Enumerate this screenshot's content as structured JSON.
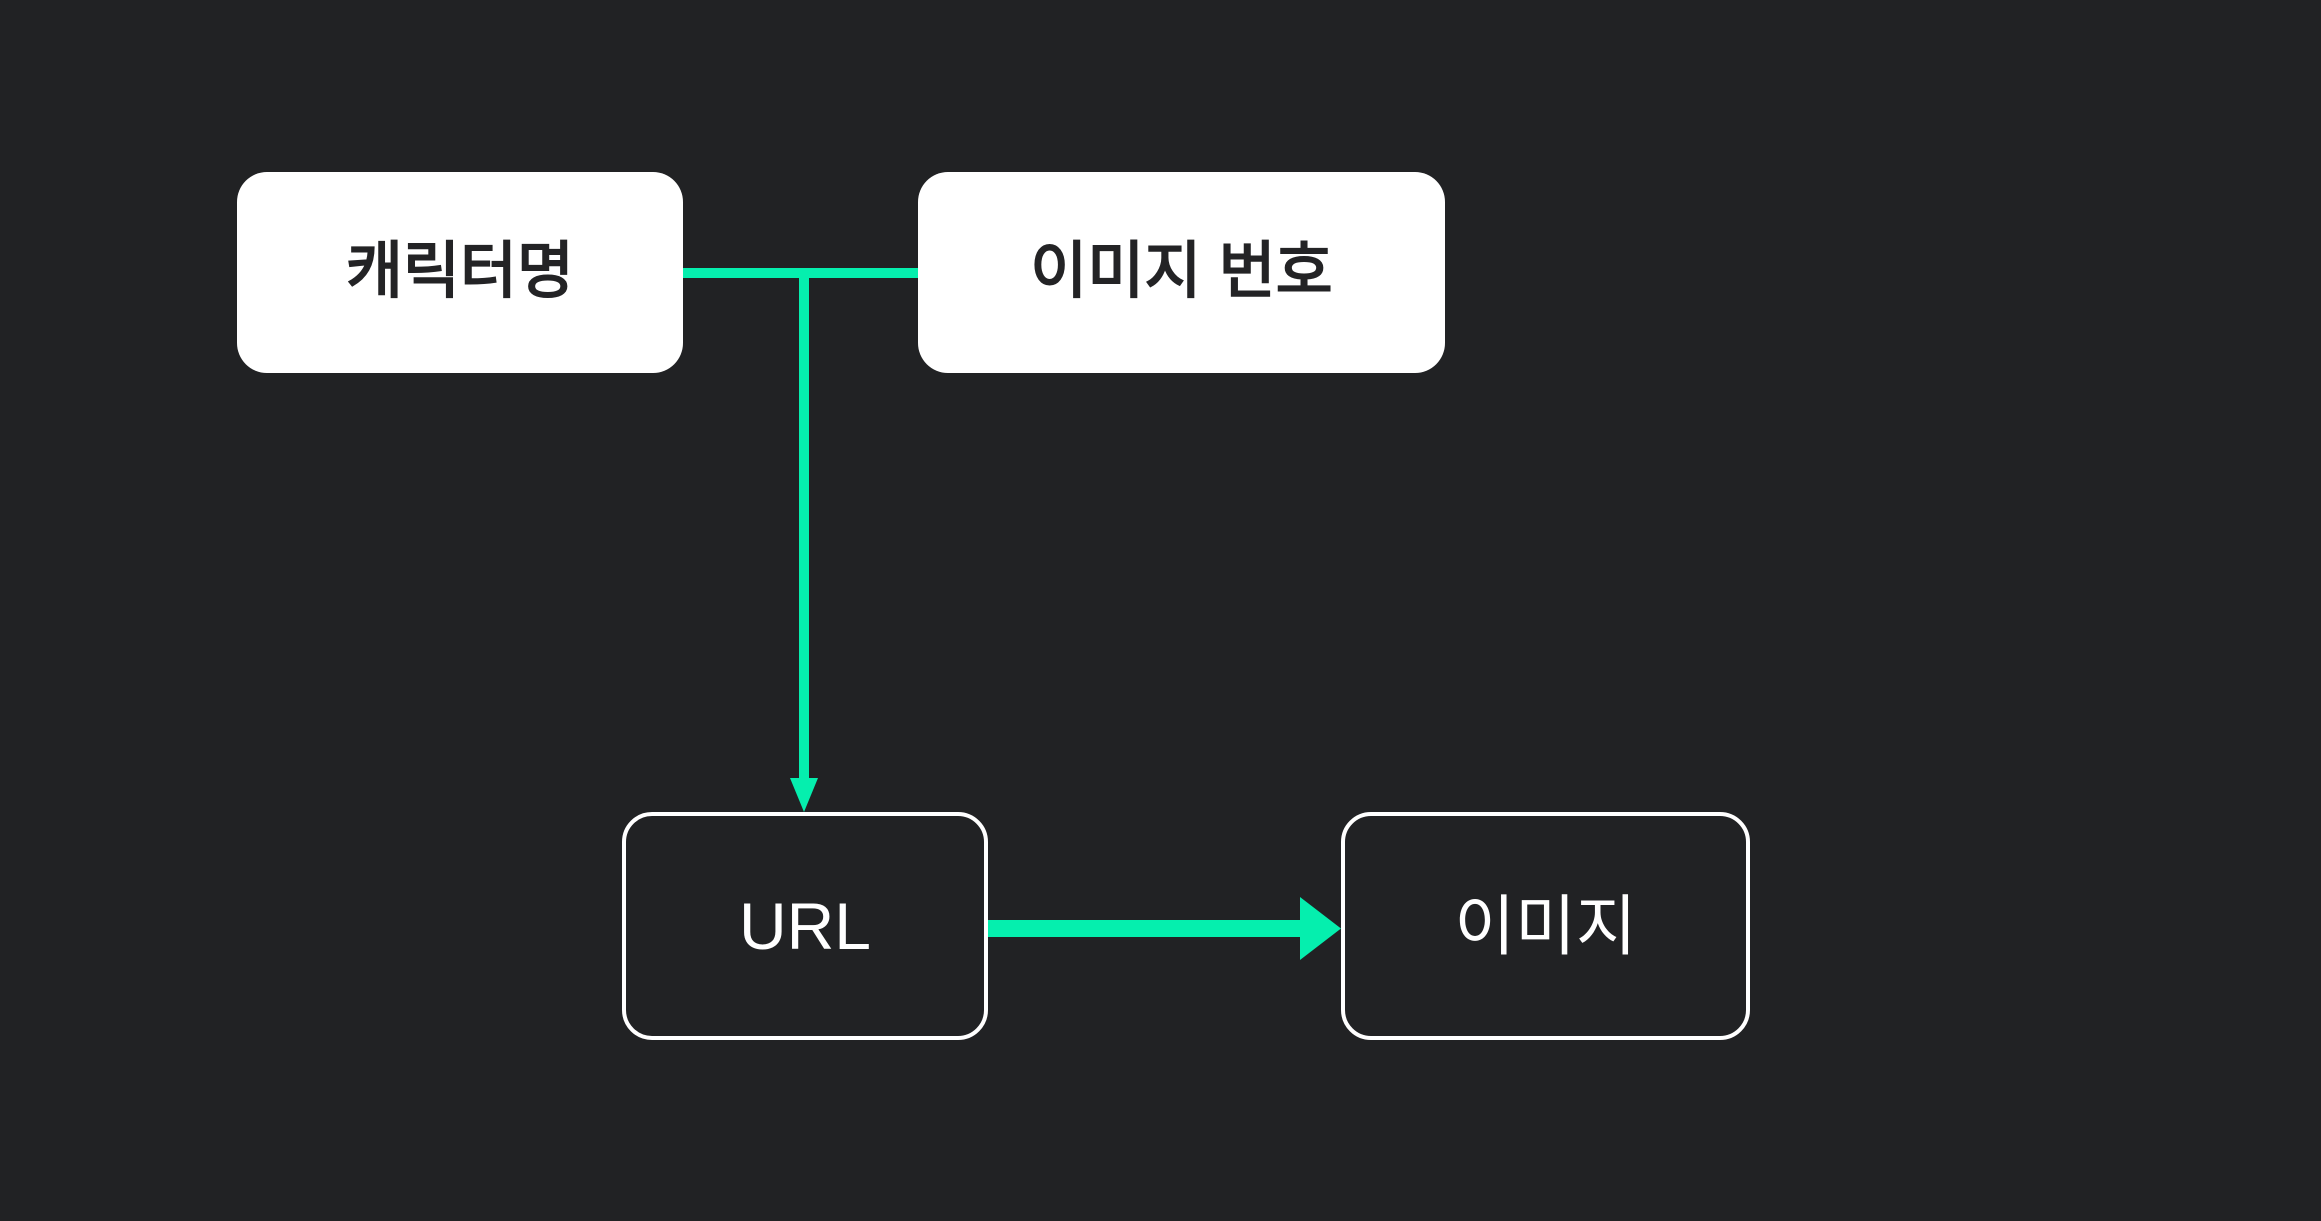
{
  "diagram": {
    "background_color": "#212224",
    "accent_color": "#05EFAE",
    "node_fill_color": "#FFFFFF",
    "node_stroke_color": "#FFFFFF",
    "nodes": [
      {
        "id": "character-name",
        "label": "캐릭터명",
        "style": "filled",
        "text_color": "#232325"
      },
      {
        "id": "image-number",
        "label": "이미지 번호",
        "style": "filled",
        "text_color": "#232325"
      },
      {
        "id": "url",
        "label": "URL",
        "style": "outlined",
        "text_color": "#FFFFFF"
      },
      {
        "id": "image",
        "label": "이미지",
        "style": "outlined",
        "text_color": "#FFFFFF"
      }
    ],
    "edges": [
      {
        "id": "edge-character-name-to-image-number",
        "from": "character-name",
        "to": "image-number",
        "arrowhead": "none",
        "color": "#05EFAE"
      },
      {
        "id": "edge-junction-to-url",
        "from": "character-name",
        "to": "url",
        "arrowhead": "down",
        "color": "#05EFAE"
      },
      {
        "id": "edge-url-to-image",
        "from": "url",
        "to": "image",
        "arrowhead": "right",
        "color": "#05EFAE"
      }
    ]
  }
}
